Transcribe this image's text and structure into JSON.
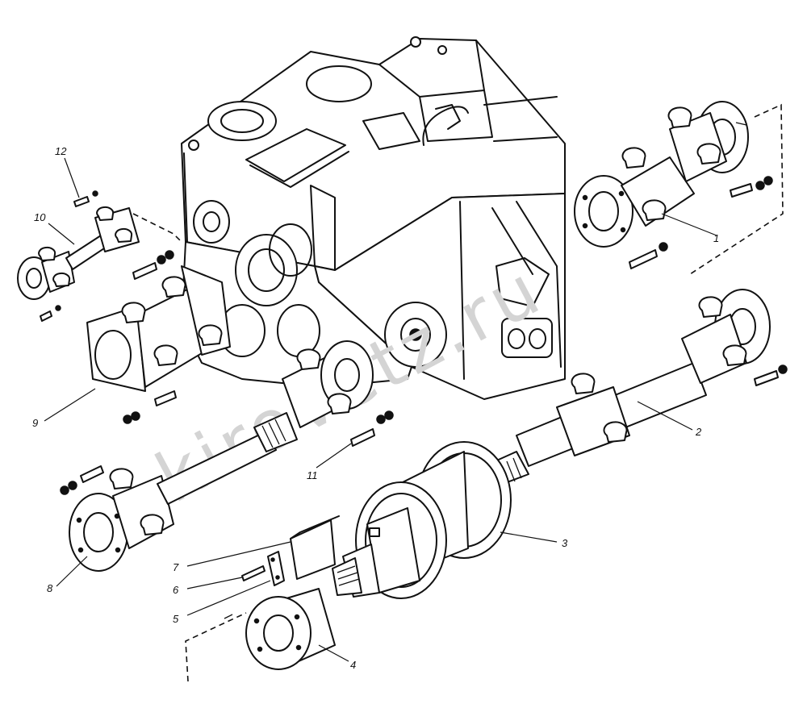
{
  "watermark": "kirovetz.ru",
  "callouts": [
    {
      "id": "1",
      "label": "1"
    },
    {
      "id": "2",
      "label": "2"
    },
    {
      "id": "3",
      "label": "3"
    },
    {
      "id": "4",
      "label": "4"
    },
    {
      "id": "5",
      "label": "5"
    },
    {
      "id": "6",
      "label": "6"
    },
    {
      "id": "7",
      "label": "7"
    },
    {
      "id": "8",
      "label": "8"
    },
    {
      "id": "9",
      "label": "9"
    },
    {
      "id": "10",
      "label": "10"
    },
    {
      "id": "11",
      "label": "11"
    },
    {
      "id": "12",
      "label": "12"
    }
  ]
}
